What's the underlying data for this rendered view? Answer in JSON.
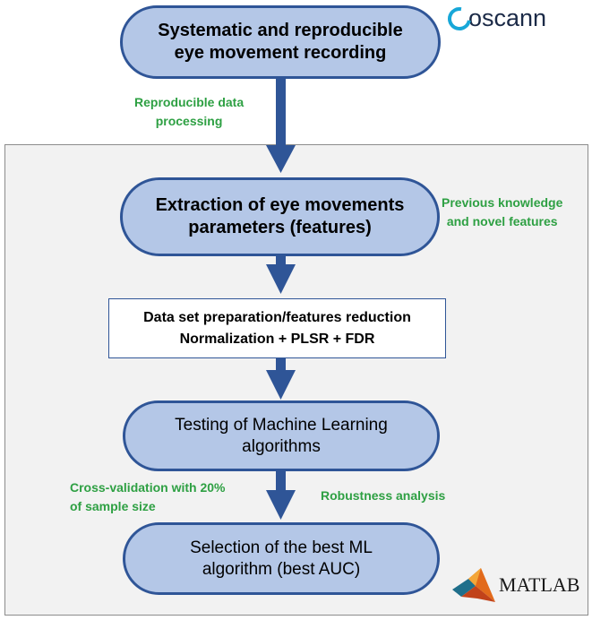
{
  "diagram": {
    "nodes": {
      "recording": "Systematic and reproducible\neye movement recording",
      "extraction": "Extraction of eye movements\nparameters (features)",
      "dataset": "Data set preparation/features reduction\nNormalization + PLSR + FDR",
      "testing": "Testing of Machine Learning\nalgorithms",
      "selection": "Selection of the best ML\nalgorithm (best AUC)"
    },
    "notes": {
      "reproducible": "Reproducible data\nprocessing",
      "previous": "Previous knowledge\nand novel features",
      "cross_validation": "Cross-validation with 20%\nof sample size",
      "robustness": "Robustness analysis"
    },
    "colors": {
      "node_fill": "#b4c7e7",
      "node_border": "#2f5597",
      "arrow": "#2f5597",
      "note_text": "#2ea043",
      "panel_fill": "#f2f2f2"
    }
  },
  "logos": {
    "oscann": "oscann",
    "matlab": "MATLAB"
  }
}
